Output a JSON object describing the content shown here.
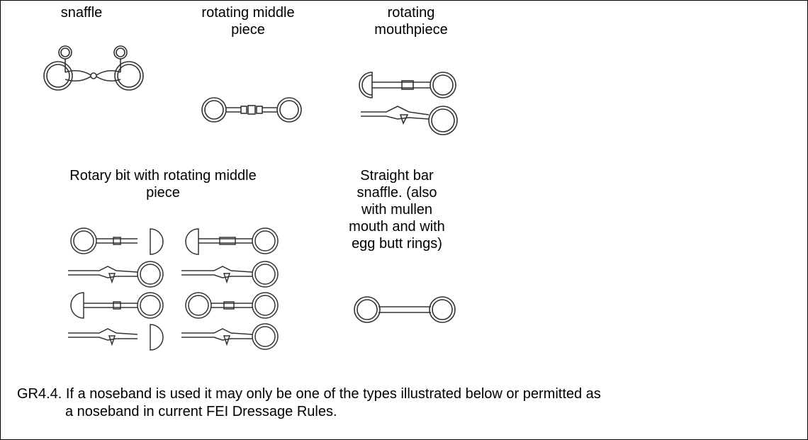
{
  "captions": {
    "snaffle": "snaffle",
    "rotating_middle_piece": "rotating middle\npiece",
    "rotating_mouthpiece": "rotating\nmouthpiece",
    "rotary_bit": "Rotary bit with rotating middle\npiece",
    "straight_bar": "Straight bar\nsnaffle. (also\nwith mullen\nmouth and with\negg butt rings)"
  },
  "rule": {
    "number": "GR4.4.",
    "line1": "If a noseband is used it may only be one of the types illustrated below or permitted as",
    "line2": "a noseband in current FEI Dressage Rules."
  },
  "illustrations": [
    "snaffle-bit-icon",
    "rotating-middle-piece-bit-icon",
    "rotating-mouthpiece-bit-icon",
    "rotary-bit-icon",
    "straight-bar-snaffle-icon"
  ]
}
